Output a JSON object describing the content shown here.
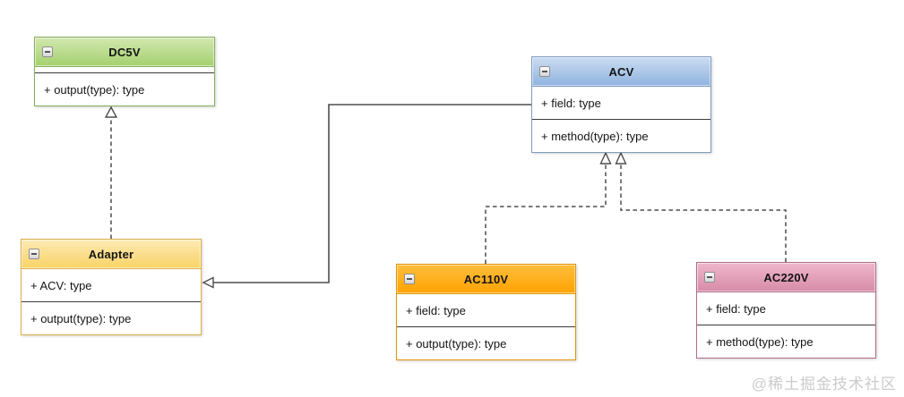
{
  "classes": {
    "dc5v": {
      "name": "DC5V",
      "field": "",
      "method": "+ output(type): type",
      "collapse_icon": "minus-icon",
      "colors": {
        "header_top": "#d2e8b0",
        "header_bottom": "#a4d06d",
        "border": "#86ad5c"
      }
    },
    "acv": {
      "name": "ACV",
      "field": "+ field: type",
      "method": "+ method(type): type",
      "collapse_icon": "minus-icon",
      "colors": {
        "header_top": "#cbdcf1",
        "header_bottom": "#8fb3df",
        "border": "#7f9cc0"
      }
    },
    "adapter": {
      "name": "Adapter",
      "field": "+ ACV: type",
      "method": "+ output(type): type",
      "collapse_icon": "minus-icon",
      "colors": {
        "header_top": "#fdeab5",
        "header_bottom": "#f9d365",
        "border": "#dfaf4f"
      }
    },
    "ac110v": {
      "name": "AC110V",
      "field": "+ field: type",
      "method": "+ output(type): type",
      "collapse_icon": "minus-icon",
      "colors": {
        "header_top": "#ffbe3d",
        "header_bottom": "#ffa201",
        "border": "#e39302"
      }
    },
    "ac220v": {
      "name": "AC220V",
      "field": "+ field: type",
      "method": "+ method(type): type",
      "collapse_icon": "minus-icon",
      "colors": {
        "header_top": "#efb7cb",
        "header_bottom": "#d78ba8",
        "border": "#b06f8c"
      }
    }
  },
  "relationships": [
    {
      "from": "Adapter",
      "to": "DC5V",
      "type": "realization",
      "line": "dashed",
      "arrow": "hollow-triangle"
    },
    {
      "from": "ACV",
      "to": "Adapter",
      "type": "association",
      "line": "solid",
      "arrow": "hollow-triangle"
    },
    {
      "from": "AC110V",
      "to": "ACV",
      "type": "realization",
      "line": "dashed",
      "arrow": "hollow-triangle"
    },
    {
      "from": "AC220V",
      "to": "ACV",
      "type": "realization",
      "line": "dashed",
      "arrow": "hollow-triangle"
    }
  ],
  "connector_color": "#4d4d4d",
  "divider_color": "#3c3c3c",
  "watermark": {
    "text": "@稀土掘金技术社区",
    "color": "#cbcbcb"
  }
}
